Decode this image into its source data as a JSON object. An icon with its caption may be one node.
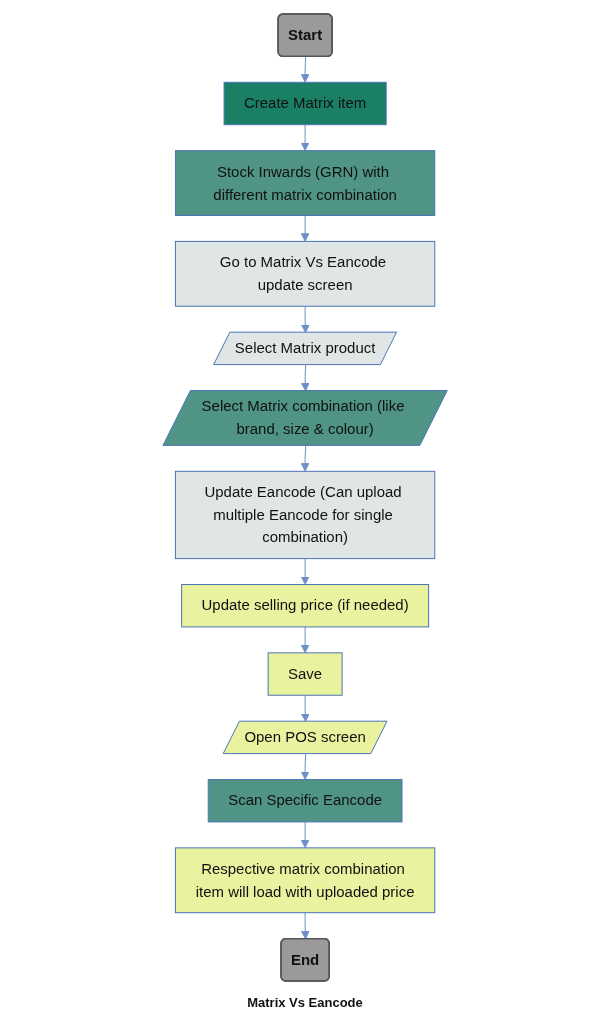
{
  "diagram": {
    "caption": "Matrix Vs Eancode",
    "nodes": [
      {
        "text": [
          "Start"
        ]
      },
      {
        "text": [
          "Create Matrix item"
        ]
      },
      {
        "text": [
          "Stock Inwards (GRN) with different matrix combination"
        ]
      },
      {
        "text": [
          "Go to Matrix Vs Eancode update screen"
        ]
      },
      {
        "text": [
          "Select Matrix product"
        ]
      },
      {
        "text": [
          "Select Matrix combination (like brand, size & colour)"
        ]
      },
      {
        "text": [
          "Update Eancode (Can upload multiple Eancode for single combination)"
        ]
      },
      {
        "text": [
          "Update selling price (if needed)"
        ]
      },
      {
        "text": [
          "Save"
        ]
      },
      {
        "text": [
          "Open POS screen"
        ]
      },
      {
        "text": [
          "Scan Specific Eancode"
        ]
      },
      {
        "text": [
          "Respective matrix combination item will load with uploaded price"
        ]
      },
      {
        "text": [
          "End"
        ]
      }
    ],
    "edges": [
      {
        "from": 0,
        "to": 1,
        "arrow": "to"
      },
      {
        "from": 1,
        "to": 2,
        "arrow": "to"
      },
      {
        "from": 2,
        "to": 3,
        "arrow": "to"
      },
      {
        "from": 3,
        "to": 4,
        "arrow": "to"
      },
      {
        "from": 4,
        "to": 5,
        "arrow": "to"
      },
      {
        "from": 5,
        "to": 6,
        "arrow": "to"
      },
      {
        "from": 6,
        "to": 7,
        "arrow": "to"
      },
      {
        "from": 7,
        "to": 8,
        "arrow": "to"
      },
      {
        "from": 8,
        "to": 9,
        "arrow": "to"
      },
      {
        "from": 9,
        "to": 10,
        "arrow": "to"
      },
      {
        "from": 10,
        "to": 11,
        "arrow": "to"
      },
      {
        "from": 11,
        "to": 12,
        "arrow": "to"
      }
    ]
  }
}
